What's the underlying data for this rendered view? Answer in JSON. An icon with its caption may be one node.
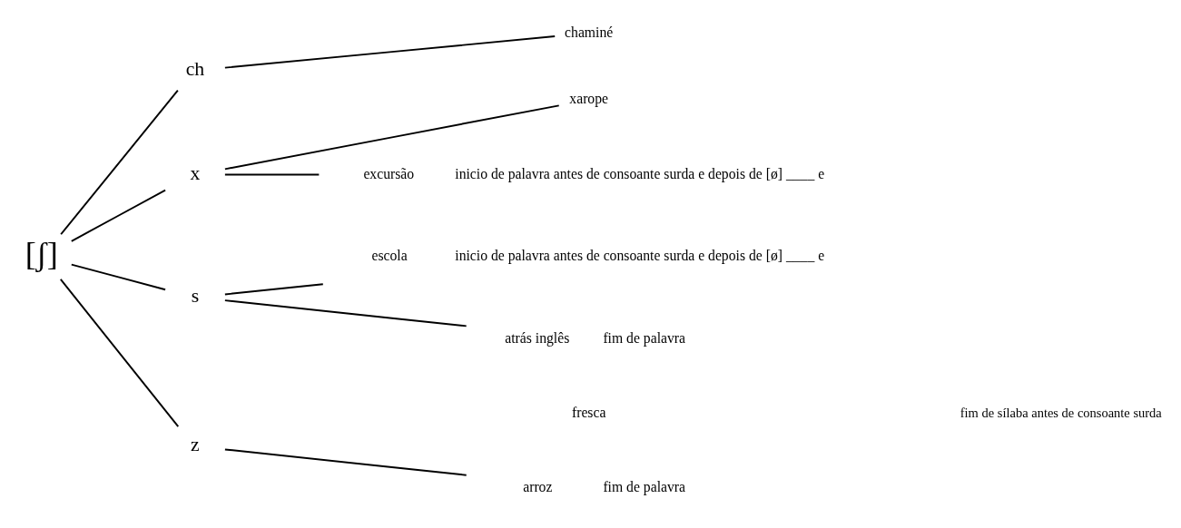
{
  "diagram": {
    "nodes": [
      {
        "text": [
          "[ʃ]"
        ]
      },
      {
        "text": [
          "ch"
        ]
      },
      {
        "text": [
          "x"
        ]
      },
      {
        "text": [
          "s"
        ]
      },
      {
        "text": [
          "z"
        ]
      },
      {
        "text": [
          "chaminé"
        ]
      },
      {
        "text": [
          "xarope"
        ]
      },
      {
        "text": [
          "excursão"
        ],
        "beside": [
          "inicio de palavra antes de consoante surda e depois de [ø] ____ e"
        ]
      },
      {
        "text": [
          "escola"
        ],
        "beside": [
          "inicio de palavra antes de consoante surda e depois de [ø] ____ e"
        ]
      },
      {
        "text": [
          "atrás inglês"
        ],
        "beside": [
          "fim de palavra"
        ]
      },
      {
        "text": [
          "arroz"
        ],
        "beside": [
          "fim de palavra"
        ]
      }
    ],
    "edges": [
      {
        "from": 0,
        "to": 1,
        "arrow": "none"
      },
      {
        "from": 0,
        "to": 2,
        "arrow": "none"
      },
      {
        "from": 0,
        "to": 3,
        "arrow": "none"
      },
      {
        "from": 0,
        "to": 4,
        "arrow": "none"
      },
      {
        "from": 1,
        "to": 5,
        "arrow": "none"
      },
      {
        "from": 2,
        "to": 6,
        "arrow": "none"
      },
      {
        "from": 2,
        "to": 7,
        "arrow": "none"
      },
      {
        "from": 3,
        "to": 8,
        "arrow": "none"
      },
      {
        "from": 3,
        "to": 9,
        "arrow": "none"
      },
      {
        "from": 4,
        "to": 10,
        "arrow": "none"
      }
    ],
    "labels": [
      "fresca",
      "fim de sílaba antes de consoante surda"
    ]
  }
}
